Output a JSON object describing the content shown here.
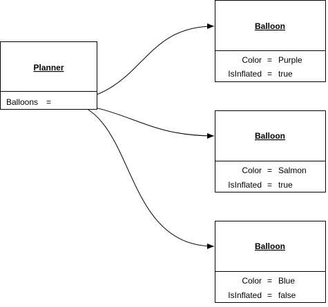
{
  "planner": {
    "title": "Planner",
    "attribute": {
      "name": "Balloons",
      "op": "="
    }
  },
  "balloons": [
    {
      "title": "Balloon",
      "fields": [
        {
          "name": "Color",
          "op": "=",
          "value": "Purple"
        },
        {
          "name": "IsInflated",
          "op": "=",
          "value": "true"
        }
      ]
    },
    {
      "title": "Balloon",
      "fields": [
        {
          "name": "Color",
          "op": "=",
          "value": "Salmon"
        },
        {
          "name": "IsInflated",
          "op": "=",
          "value": "true"
        }
      ]
    },
    {
      "title": "Balloon",
      "fields": [
        {
          "name": "Color",
          "op": "=",
          "value": "Blue"
        },
        {
          "name": "IsInflated",
          "op": "=",
          "value": "false"
        }
      ]
    }
  ],
  "colors": {
    "line": "#000000",
    "fill": "#ffffff"
  }
}
